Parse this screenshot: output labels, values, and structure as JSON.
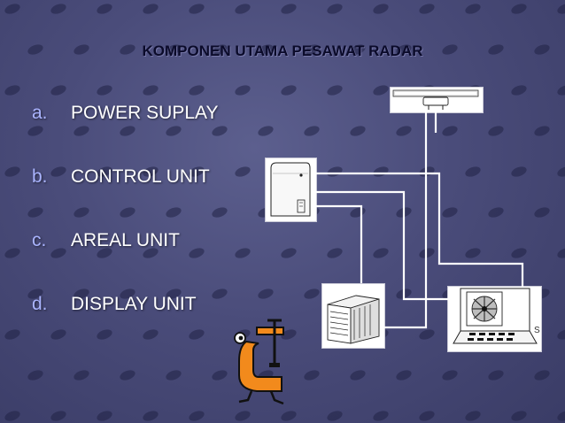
{
  "slide": {
    "title": "KOMPONEN UTAMA PESAWAT RADAR",
    "items": [
      {
        "marker": "a.",
        "label": "POWER SUPLAY"
      },
      {
        "marker": "b.",
        "label": "CONTROL UNIT"
      },
      {
        "marker": "c.",
        "label": "AREAL UNIT"
      },
      {
        "marker": "d.",
        "label": "DISPLAY UNIT"
      }
    ],
    "display_caption": "S"
  },
  "colors": {
    "background": "#4a4c7a",
    "title": "#0b0b2a",
    "list_text": "#ffffff",
    "marker": "#aab4ff",
    "wire": "#ffffff",
    "clamp": "#f28a1c"
  },
  "icons": [
    "antenna-unit-icon",
    "control-unit-icon",
    "power-supply-icon",
    "display-unit-icon",
    "clamp-mascot-icon"
  ]
}
